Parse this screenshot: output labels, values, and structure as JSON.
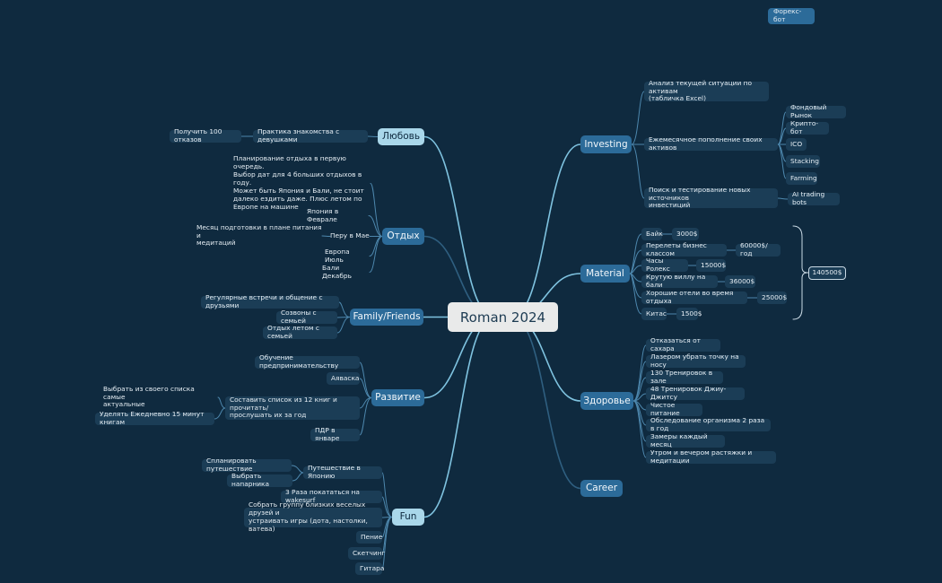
{
  "root": {
    "label": "Roman 2024"
  },
  "floating": {
    "label": "Форекс-бот"
  },
  "branches": [
    {
      "id": "lyubov",
      "label": "Любовь",
      "leaves": [
        {
          "label": "Практика знакомства с девушками",
          "children": [
            {
              "label": "Получить 100 отказов"
            }
          ]
        }
      ]
    },
    {
      "id": "otdyh",
      "label": "Отдых",
      "leaves": [
        {
          "label": "Планирование отдыха в первую очередь.\nВыбор дат для 4 больших отдыхов в году.\nМожет быть Япония и Бали, не стоит\nдалеко ездить даже. Плюс летом по\nЕвропе на машине"
        },
        {
          "label": "Япония в Феврале"
        },
        {
          "label": "Перу в Мае",
          "children": [
            {
              "label": "Месяц подготовки в плане питания и\nмедитаций"
            }
          ]
        },
        {
          "label": "Европа Июль"
        },
        {
          "label": "Бали Декабрь"
        }
      ]
    },
    {
      "id": "family",
      "label": "Family/Friends",
      "leaves": [
        {
          "label": "Регулярные встречи и общение с друзьями"
        },
        {
          "label": "Созвоны с семьей"
        },
        {
          "label": "Отдых летом с семьей"
        }
      ]
    },
    {
      "id": "razvitie",
      "label": "Развитие",
      "leaves": [
        {
          "label": "Обучение предпринимательству"
        },
        {
          "label": "Аяваска"
        },
        {
          "label": "Составить список из 12 книг и прочитать/\nпрослушать их за год",
          "children": [
            {
              "label": "Выбрать из своего списка самые\nактуальные"
            },
            {
              "label": "Уделять Ежедневно 15 минут книгам"
            }
          ]
        },
        {
          "label": "ПДР в январе"
        }
      ]
    },
    {
      "id": "fun",
      "label": "Fun",
      "leaves": [
        {
          "label": "Путешествие в Японию",
          "children": [
            {
              "label": "Спланировать путешествие"
            },
            {
              "label": "Выбрать напарника"
            }
          ]
        },
        {
          "label": "3 Раза покататься на wakesurf"
        },
        {
          "label": "Собрать группу близких веселых друзей и\nустраивать игры (дота, настолки, ватева)"
        },
        {
          "label": "Пение"
        },
        {
          "label": "Скетчинг"
        },
        {
          "label": "Гитара"
        }
      ]
    },
    {
      "id": "investing",
      "label": "Investing",
      "leaves": [
        {
          "label": "Анализ текущей ситуации по активам\n(табличка Excel)"
        },
        {
          "label": "Ежемесячное пополнение своих активов",
          "children": [
            {
              "label": "Фондовый Рынок"
            },
            {
              "label": "Крипто-бот"
            },
            {
              "label": "ICO"
            },
            {
              "label": "Stacking"
            },
            {
              "label": "Farming"
            }
          ]
        },
        {
          "label": "Поиск и тестирование новых источников\nинвестиций",
          "children": [
            {
              "label": "AI trading bots"
            }
          ]
        }
      ]
    },
    {
      "id": "material",
      "label": "Material",
      "summary": "140500$",
      "leaves": [
        {
          "label": "Байк",
          "children": [
            {
              "label": "3000$"
            }
          ]
        },
        {
          "label": "Перелеты бизнес классом",
          "children": [
            {
              "label": "60000$/год"
            }
          ]
        },
        {
          "label": "Часы Ролекс",
          "children": [
            {
              "label": "15000$"
            }
          ]
        },
        {
          "label": "Крутую виллу на бали",
          "children": [
            {
              "label": "36000$"
            }
          ]
        },
        {
          "label": "Хорошие отели во время отдыха",
          "children": [
            {
              "label": "25000$"
            }
          ]
        },
        {
          "label": "Китас",
          "children": [
            {
              "label": "1500$"
            }
          ]
        }
      ]
    },
    {
      "id": "zdorovie",
      "label": "Здоровье",
      "leaves": [
        {
          "label": "Отказаться от сахара"
        },
        {
          "label": "Лазером убрать точку на носу"
        },
        {
          "label": "130 Тренировок в зале"
        },
        {
          "label": "48 Тренировок Джиу-Джитсу"
        },
        {
          "label": "Чистое питание"
        },
        {
          "label": "Обследование организма 2 раза в год"
        },
        {
          "label": "Замеры каждый месяц"
        },
        {
          "label": "Утром и вечером растяжки и медитации"
        }
      ]
    },
    {
      "id": "career",
      "label": "Career",
      "leaves": []
    }
  ],
  "colors": {
    "background": "#0f2a3f",
    "root_fill": "#e9eaea",
    "branch_fill": "#2c6b99",
    "branch_fill_light": "#a9d7ea",
    "leaf_fill": "#1b3d56",
    "edge_main": "#7fc3e0",
    "edge_dim": "#2f5f80",
    "edge_leaf": "#4d87ad"
  }
}
